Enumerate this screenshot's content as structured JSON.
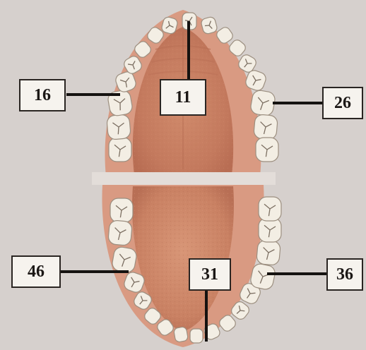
{
  "labels": {
    "upper_right_molar": "16",
    "upper_central_incisor": "11",
    "upper_left_molar": "26",
    "lower_right_molar": "46",
    "lower_central_incisor": "31",
    "lower_left_molar": "36"
  },
  "colors": {
    "page": "#d8d2cf",
    "gum": "#c9836b",
    "palate": "#c98466",
    "tongue": "#cf8a6e",
    "tooth": "#f3eee4",
    "leader_line": "#151210"
  }
}
